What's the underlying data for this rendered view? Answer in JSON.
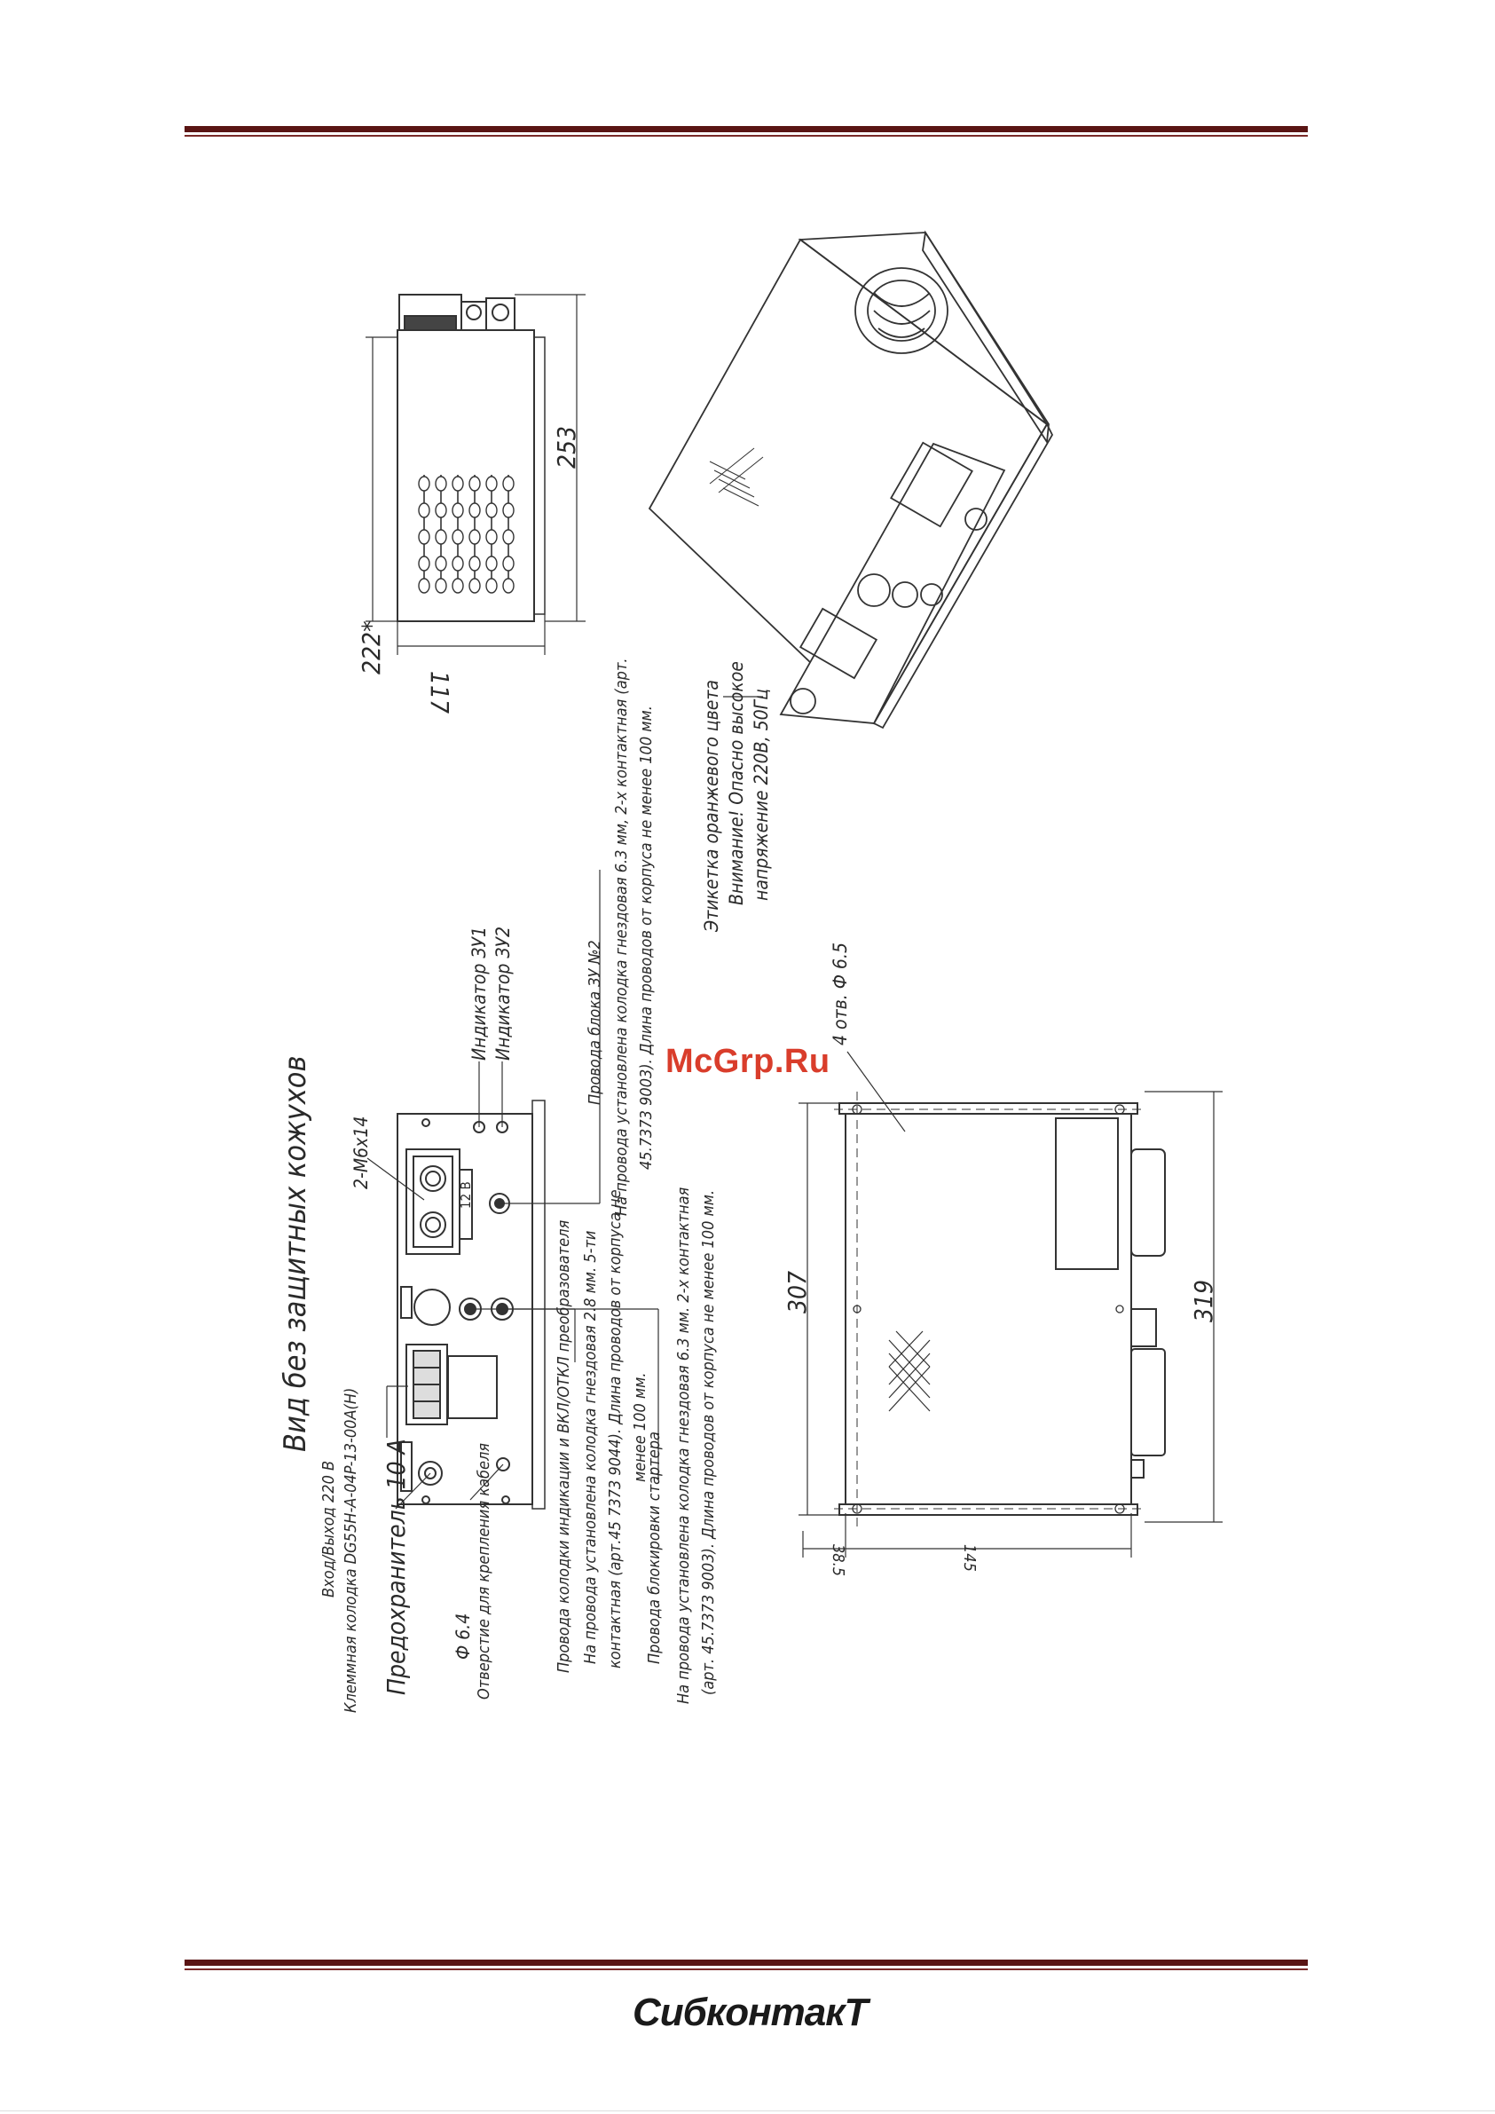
{
  "header_rule": {
    "color": "#5a1514"
  },
  "footer_rule": {
    "color": "#5a1514"
  },
  "watermark": "McGrp.Ru",
  "logo": "СибконтакТ",
  "view_title": "Вид без защитных кожухов",
  "dims": {
    "top_height": "222*",
    "top_length": "253",
    "top_width": "117",
    "side_307": "307",
    "side_319": "319",
    "side_38_5": "38.5",
    "side_145": "145",
    "holes": "4 отв. Ф 6.5",
    "bolts": "2-М6х14",
    "hole_64": "Ф 6.4"
  },
  "labels": {
    "input_output": "Вход/Выход 220 В",
    "terminal_block": "Клеммная колодка DG55H-A-04P-13-00A(H)",
    "fuse": "Предохранитель 10 А",
    "cable_hole": "Отверстие для крепления кабеля",
    "indicator_1": "Индикатор ЗУ1",
    "indicator_2": "Индикатор ЗУ2",
    "charger2_wires_1": "Провода блока ЗУ №2",
    "charger2_wires_2": "На провода установлена колодка гнездовая 6.3 мм, 2-х контактная (арт.",
    "charger2_wires_3": "45.7373 9003). Длина проводов от корпуса не менее 100 мм.",
    "inverter_wires_1": "Провода колодки индикации и ВКЛ/ОТКЛ преобразователя",
    "inverter_wires_2": "На провода установлена колодка гнездовая 2.8 мм. 5-ти",
    "inverter_wires_3": "контактная (арт.45 7373 9044). Длина проводов от корпуса не",
    "inverter_wires_4": "менее 100 мм.",
    "starter_wires_1": "Провода блокировки стартера",
    "starter_wires_2": "На провода установлена колодка гнездовая 6.3 мм. 2-х контактная",
    "starter_wires_3": "(арт. 45.7373 9003). Длина проводов от корпуса не менее 100 мм.",
    "orange_label_1": "Этикетка оранжевого цвета",
    "orange_label_2": "Внимание! Опасно высокое",
    "orange_label_3": "напряжение 220В, 50Гц"
  },
  "panel_text": {
    "volt_12": "12 В",
    "plus": "+",
    "minus": "—"
  }
}
